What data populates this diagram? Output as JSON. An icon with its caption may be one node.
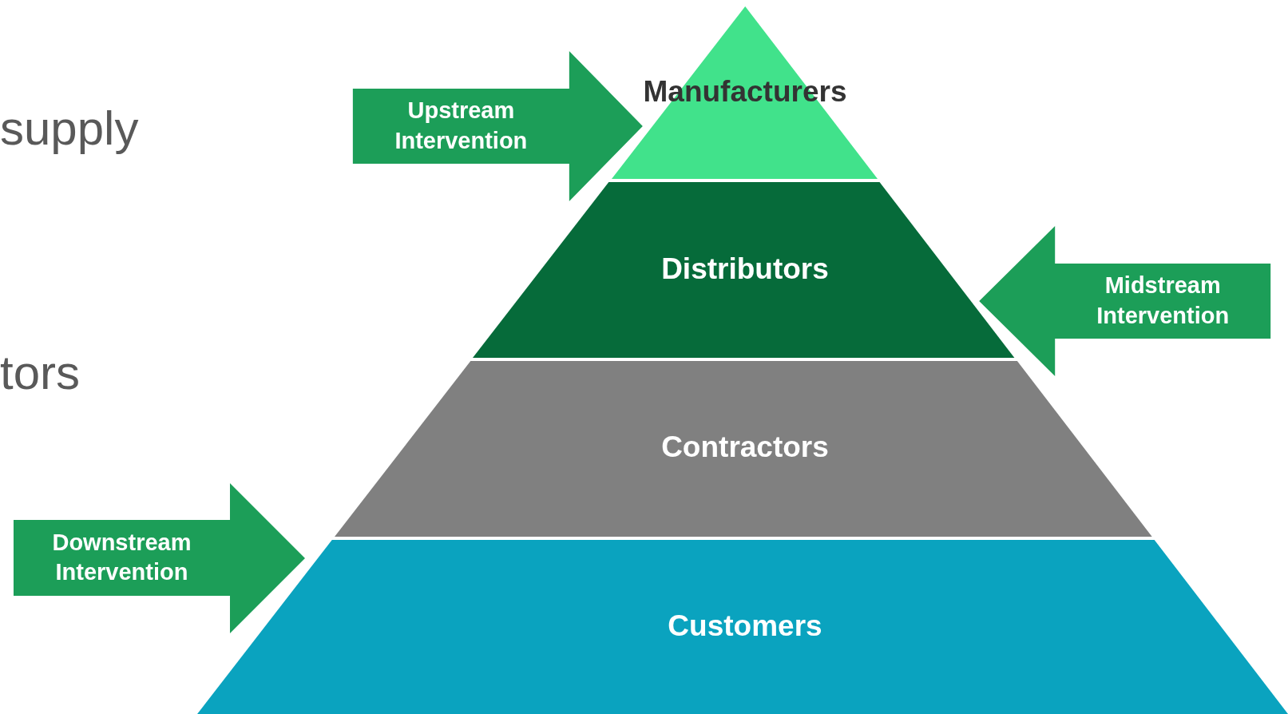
{
  "diagram": {
    "nodes": [
      {
        "text": [
          "Manufacturers"
        ]
      },
      {
        "text": [
          "Distributors"
        ]
      },
      {
        "text": [
          "Contractors"
        ]
      },
      {
        "text": [
          "Customers"
        ]
      }
    ],
    "edges": [
      {
        "from": null,
        "to": 0,
        "arrow": "to",
        "label": "Upstream Intervention"
      },
      {
        "from": null,
        "to": 1,
        "arrow": "to",
        "label": "Midstream Intervention"
      },
      {
        "from": null,
        "to": 3,
        "arrow": "to",
        "label": "Downstream Intervention"
      }
    ],
    "labels": [
      "supply",
      "tors"
    ]
  }
}
